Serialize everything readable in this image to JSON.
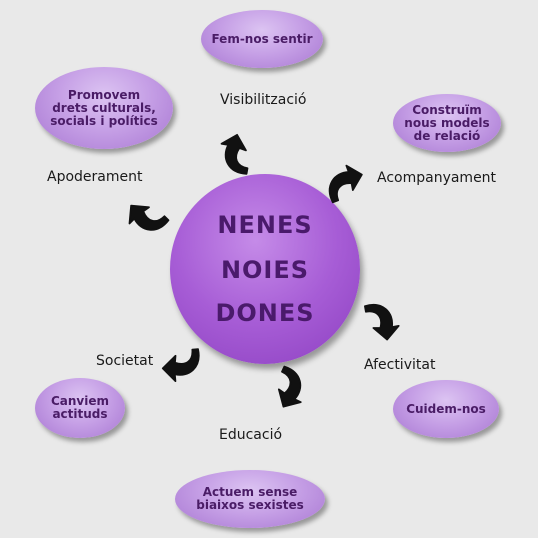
{
  "center": {
    "lines": [
      "NENES",
      "NOIES",
      "DONES"
    ]
  },
  "bubbles": {
    "fem_nos_sentir": "Fem-nos sentir",
    "construim": "Construïm\nnous models\nde relació",
    "cuidem_nos": "Cuidem-nos",
    "actuem": "Actuem sense\nbiaixos sexistes",
    "canviem": "Canviem\nactituds",
    "promovem": "Promovem\ndrets culturals,\nsocials i polítics"
  },
  "labels": {
    "visibilitzacio": "Visibilització",
    "acompanyament": "Acompanyament",
    "afectivitat": "Afectivitat",
    "educacio": "Educació",
    "societat": "Societat",
    "apoderament": "Apoderament"
  },
  "colors": {
    "background": "#e9e9e9",
    "bubble": "#c6a0e6",
    "center": "#a75dd6",
    "text_purple": "#4a1c66",
    "arrow": "#111111"
  }
}
